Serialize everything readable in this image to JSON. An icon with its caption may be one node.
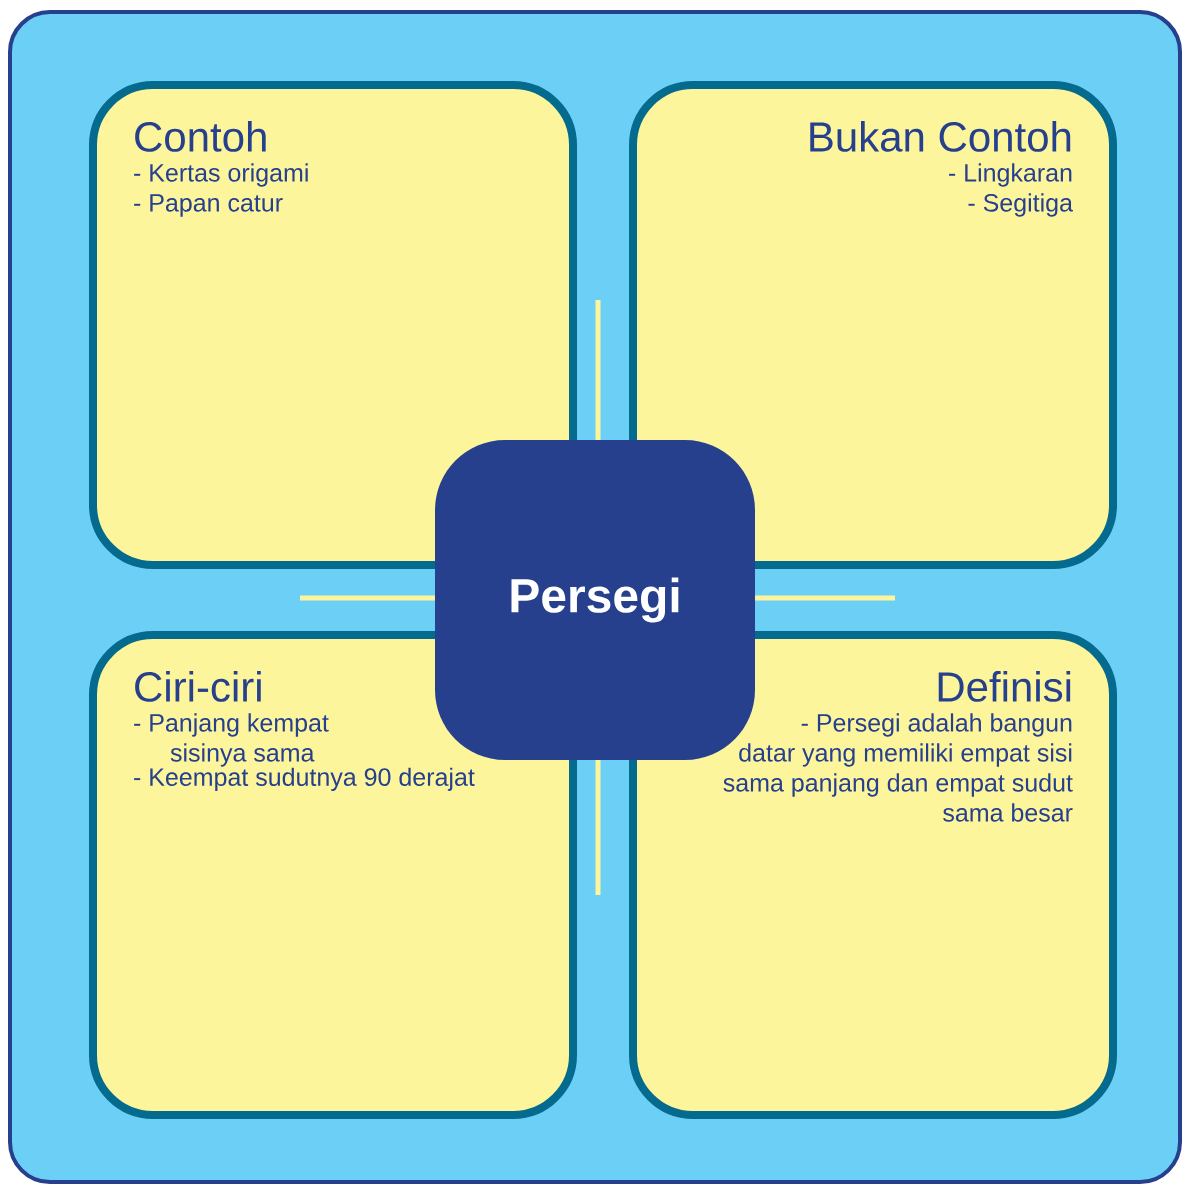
{
  "diagram": {
    "nodes": [
      {
        "text": [],
        "shape": "box"
      },
      {
        "text": [
          "Contoh",
          "- Kertas origami",
          "- Papan catur"
        ],
        "in": 0
      },
      {
        "text": [
          "Bukan Contoh",
          "- Lingkaran",
          "- Segitiga"
        ],
        "in": 0
      },
      {
        "text": [
          "Ciri-ciri",
          "- Panjang kempat sisinya sama",
          "- Keempat sudutnya 90 derajat"
        ],
        "in": 0
      },
      {
        "text": [
          "Definisi",
          "- Persegi adalah bangun datar yang memiliki empat sisi sama panjang dan empat sudut sama besar"
        ],
        "in": 0
      },
      {
        "text": [
          "Persegi"
        ],
        "in": 0
      }
    ],
    "edges": []
  }
}
